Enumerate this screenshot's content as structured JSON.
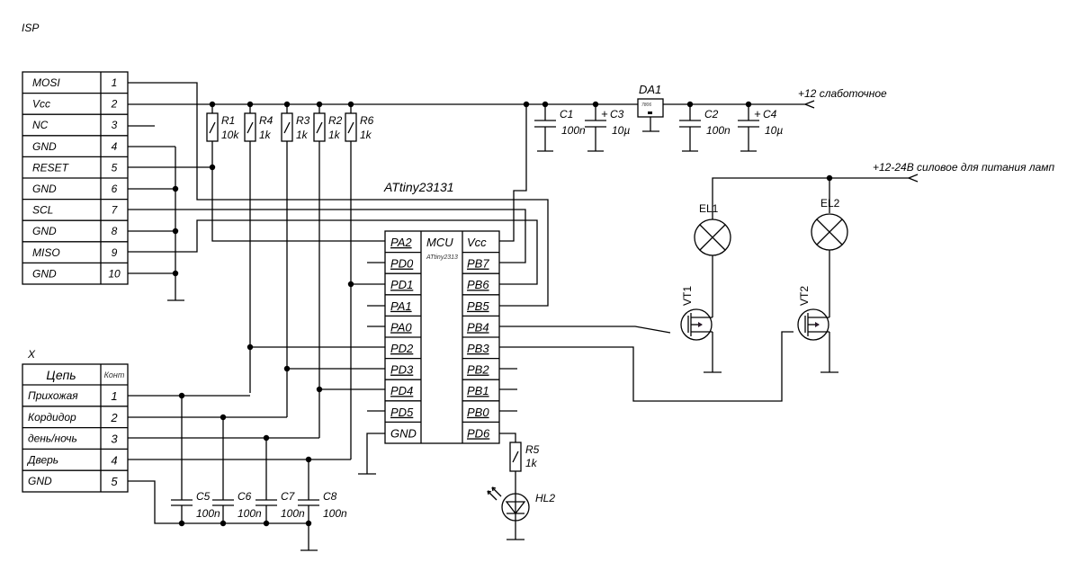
{
  "isp": {
    "title": "ISP",
    "rows": [
      {
        "signal": "MOSI",
        "pin": "1"
      },
      {
        "signal": "Vcc",
        "pin": "2"
      },
      {
        "signal": "NC",
        "pin": "3"
      },
      {
        "signal": "GND",
        "pin": "4"
      },
      {
        "signal": "RESET",
        "pin": "5"
      },
      {
        "signal": "GND",
        "pin": "6"
      },
      {
        "signal": "SCL",
        "pin": "7"
      },
      {
        "signal": "GND",
        "pin": "8"
      },
      {
        "signal": "MISO",
        "pin": "9"
      },
      {
        "signal": "GND",
        "pin": "10"
      }
    ]
  },
  "x_connector": {
    "title": "X",
    "header": {
      "circuit": "Цепь",
      "contact": "Конт"
    },
    "rows": [
      {
        "circuit": "Прихожая",
        "contact": "1"
      },
      {
        "circuit": "Кордидор",
        "contact": "2"
      },
      {
        "circuit": "день/ночь",
        "contact": "3"
      },
      {
        "circuit": "Дверь",
        "contact": "4"
      },
      {
        "circuit": "GND",
        "contact": "5"
      }
    ]
  },
  "resistors": [
    {
      "ref": "R1",
      "value": "10k"
    },
    {
      "ref": "R4",
      "value": "1k"
    },
    {
      "ref": "R3",
      "value": "1k"
    },
    {
      "ref": "R2",
      "value": "1k"
    },
    {
      "ref": "R6",
      "value": "1k"
    },
    {
      "ref": "R5",
      "value": "1k"
    }
  ],
  "capacitors": [
    {
      "ref": "C1",
      "value": "100n"
    },
    {
      "ref": "C3",
      "value": "10µ",
      "polar": "+"
    },
    {
      "ref": "C2",
      "value": "100n"
    },
    {
      "ref": "C4",
      "value": "10µ",
      "polar": "+"
    },
    {
      "ref": "C5",
      "value": "100n"
    },
    {
      "ref": "C6",
      "value": "100n"
    },
    {
      "ref": "C7",
      "value": "100n"
    },
    {
      "ref": "C8",
      "value": "100n"
    }
  ],
  "regulator": {
    "ref": "DA1",
    "part": "7806"
  },
  "power": {
    "low_current": "+12 слаботочное",
    "lamp_supply": "+12-24В силовое для питания ламп"
  },
  "mcu": {
    "label": "ATtiny23131",
    "ref": "MCU",
    "part": "ATtiny2313",
    "left_pins": [
      "PA2",
      "PD0",
      "PD1",
      "PA1",
      "PA0",
      "PD2",
      "PD3",
      "PD4",
      "PD5",
      "GND"
    ],
    "right_pins": [
      "Vcc",
      "PB7",
      "PB6",
      "PB5",
      "PB4",
      "PB3",
      "PB2",
      "PB1",
      "PB0",
      "PD6"
    ]
  },
  "lamps": [
    {
      "ref": "EL1"
    },
    {
      "ref": "EL2"
    }
  ],
  "transistors": [
    {
      "ref": "VT1"
    },
    {
      "ref": "VT2"
    }
  ],
  "led": {
    "ref": "HL2"
  }
}
